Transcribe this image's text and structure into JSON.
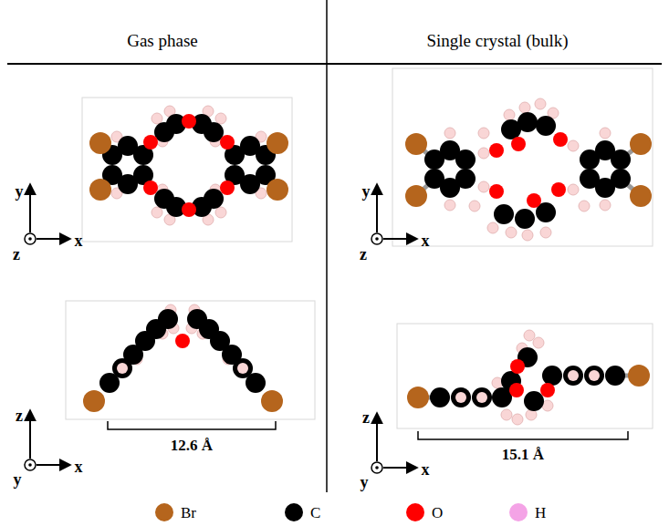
{
  "diagram": {
    "labels": [
      "Gas phase",
      "Single crystal (bulk)",
      "y",
      "z",
      "x",
      "z",
      "y",
      "x",
      "12.6 Å",
      "y",
      "z",
      "x",
      "z",
      "y",
      "x",
      "15.1 Å"
    ],
    "legend": [
      {
        "text": "Br",
        "color": "#b5651d"
      },
      {
        "text": "C",
        "color": "#000000"
      },
      {
        "text": "O",
        "color": "#ff0000"
      },
      {
        "text": "H",
        "color": "#f4a3e6"
      }
    ]
  }
}
